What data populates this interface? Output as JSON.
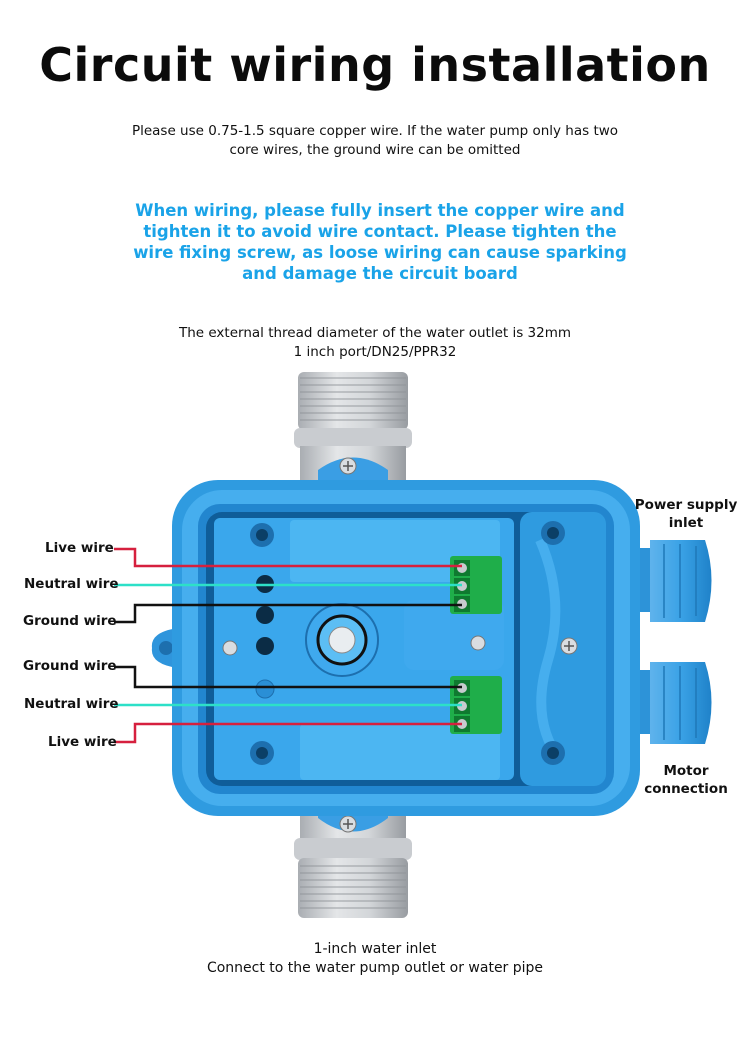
{
  "title": "Circuit wiring installation",
  "intro": {
    "line1": "Please use 0.75-1.5 square copper wire. If the water pump only has two",
    "line2": "core wires, the ground wire can be omitted"
  },
  "warning": {
    "line1": "When wiring, please fully insert the copper wire and",
    "line2": "tighten it to avoid wire contact. Please tighten the",
    "line3": "wire fixing screw, as loose wiring can cause sparking",
    "line4": "and damage the circuit board"
  },
  "outlet": {
    "line1": "The external thread diameter of the water outlet is 32mm",
    "line2": "1 inch port/DN25/PPR32"
  },
  "wires": {
    "top": [
      "Live wire",
      "Neutral wire",
      "Ground wire"
    ],
    "bottom": [
      "Ground wire",
      "Neutral wire",
      "Live wire"
    ]
  },
  "colors": {
    "live": "#d6203e",
    "neutral": "#2de0c8",
    "ground": "#111111",
    "housing": "#2f9be0",
    "accent_text": "#1aa3e8"
  },
  "ports": {
    "power_line1": "Power supply",
    "power_line2": "inlet",
    "motor_line1": "Motor",
    "motor_line2": "connection"
  },
  "inlet": {
    "line1": "1-inch water inlet",
    "line2": "Connect to the water pump outlet or water pipe"
  }
}
